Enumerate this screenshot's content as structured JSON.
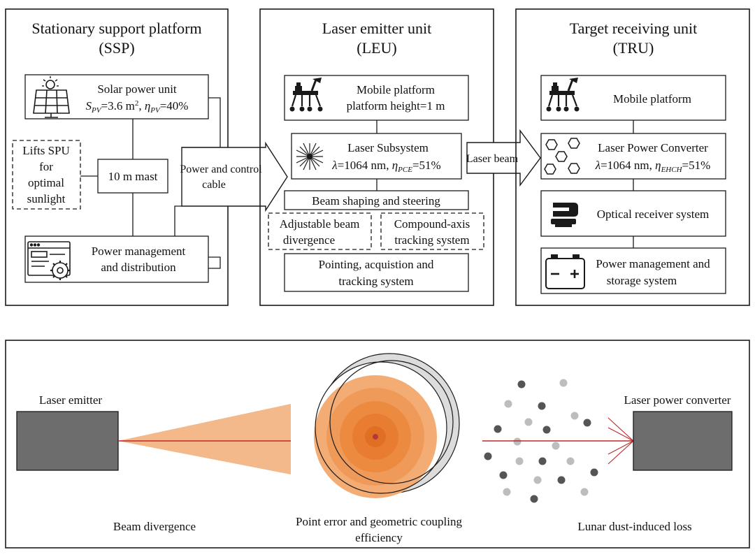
{
  "ssp": {
    "title_line1": "Stationary support platform",
    "title_line2": "(SSP)",
    "solar_title": "Solar power unit",
    "solar_spec": {
      "s_sym": "S",
      "s_sub": "PV",
      "s_val": "=3.6 m",
      "s_sup": "2",
      "sep": ", ",
      "eta_sym": "η",
      "eta_sub": "PV",
      "eta_val": "=40%"
    },
    "lifts_lines": [
      "Lifts SPU",
      "for",
      "optimal",
      "sunlight"
    ],
    "mast_label": "10 m mast",
    "pm_line1": "Power management",
    "pm_line2": "and distribution"
  },
  "link": {
    "cable_line1": "Power and control",
    "cable_line2": "cable",
    "beam_label": "Laser beam"
  },
  "leu": {
    "title_line1": "Laser emitter unit",
    "title_line2": "(LEU)",
    "mobile_line1": "Mobile platform",
    "mobile_line2": "platform height=1 m",
    "laser_title": "Laser Subsystem",
    "laser_spec": {
      "lambda_sym": "λ",
      "lambda_val": "=1064 nm, ",
      "eta_sym": "η",
      "eta_sub": "PCE",
      "eta_val": "=51%"
    },
    "beam_shaping": "Beam shaping and steering",
    "adj_line1": "Adjustable beam",
    "adj_line2": "divergence",
    "comp_line1": "Compound-axis",
    "comp_line2": "tracking system",
    "pat_line1": "Pointing, acquistion and",
    "pat_line2": "tracking system"
  },
  "tru": {
    "title_line1": "Target receiving unit",
    "title_line2": "(TRU)",
    "mobile": "Mobile platform",
    "lpc_title": "Laser Power Converter",
    "lpc_spec": {
      "lambda_sym": "λ",
      "lambda_val": "=1064 nm, ",
      "eta_sym": "η",
      "eta_sub": "EHCH",
      "eta_val": "=51%"
    },
    "optical": "Optical receiver system",
    "pms_line1": "Power management and",
    "pms_line2": "storage system"
  },
  "bottom": {
    "emitter_label": "Laser emitter",
    "converter_label": "Laser power converter",
    "beam_divergence": "Beam divergence",
    "point_error_line1": "Point error and geometric coupling",
    "point_error_line2": "efficiency",
    "dust_loss": "Lunar dust-induced loss"
  },
  "colors": {
    "line": "#1a1a1a",
    "gray_box": "#6d6d6d",
    "beam_red": "#c0282a",
    "cone_orange": "#f4b98a",
    "dust_dark": "#555555",
    "dust_light": "#bdbdbd"
  }
}
